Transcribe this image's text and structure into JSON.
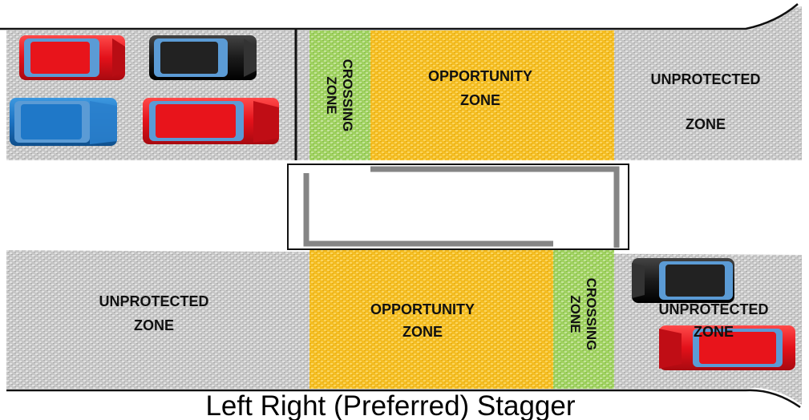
{
  "caption": "Left Right (Preferred) Stagger",
  "top_road": {
    "crossing_zone": "CROSSING ZONE",
    "opportunity_zone": [
      "OPPORTUNITY",
      "ZONE"
    ],
    "unprotected_zone": [
      "UNPROTECTED",
      "ZONE"
    ]
  },
  "bottom_road": {
    "unprotected_zone_left": [
      "UNPROTECTED",
      "ZONE"
    ],
    "opportunity_zone": [
      "OPPORTUNITY",
      "ZONE"
    ],
    "crossing_zone": "CROSSING ZONE",
    "unprotected_zone_right": [
      "UNPROTECTED",
      "ZONE"
    ]
  },
  "colors": {
    "road_gray": "#c8c8c8",
    "opportunity_yellow": "#f6c12a",
    "crossing_green": "#a6d468",
    "car_red": "#e8141b",
    "car_blue": "#1f78c8",
    "car_black": "#1d1d1d",
    "windshield_blue": "#5b9bd5",
    "island_path": "#888888"
  },
  "parked_cars": [
    {
      "color": "red"
    },
    {
      "color": "black"
    },
    {
      "color": "blue"
    },
    {
      "color": "red"
    },
    {
      "color": "black"
    },
    {
      "color": "red"
    }
  ]
}
